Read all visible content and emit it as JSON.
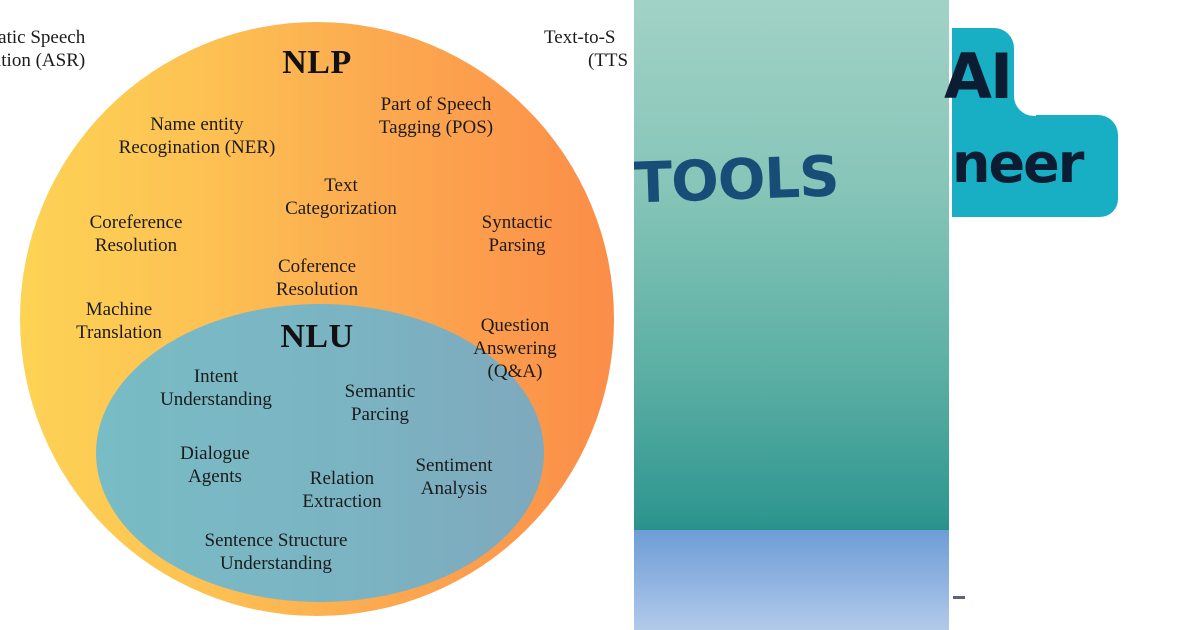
{
  "diagram": {
    "left_panel": {
      "asr_label": [
        "atic Speech",
        "ition (ASR)"
      ],
      "tts_label": [
        "Text-to-S",
        "(TTS"
      ],
      "outer": {
        "title": "NLP",
        "items": [
          {
            "id": "ner",
            "lines": [
              "Name entity",
              "Recogination (NER)"
            ]
          },
          {
            "id": "pos",
            "lines": [
              "Part of Speech",
              "Tagging (POS)"
            ]
          },
          {
            "id": "text-cat",
            "lines": [
              "Text",
              "Categorization"
            ]
          },
          {
            "id": "coref-1",
            "lines": [
              "Coreference",
              "Resolution"
            ]
          },
          {
            "id": "syntactic",
            "lines": [
              "Syntactic",
              "Parsing"
            ]
          },
          {
            "id": "coref-2",
            "lines": [
              "Coference",
              "Resolution"
            ]
          },
          {
            "id": "machine-translation",
            "lines": [
              "Machine",
              "Translation"
            ]
          },
          {
            "id": "qa",
            "lines": [
              "Question",
              "Answering",
              "(Q&A)"
            ]
          }
        ]
      },
      "inner": {
        "title": "NLU",
        "items": [
          {
            "id": "intent",
            "lines": [
              "Intent",
              "Understanding"
            ]
          },
          {
            "id": "semantic",
            "lines": [
              "Semantic",
              "Parcing"
            ]
          },
          {
            "id": "dialogue",
            "lines": [
              "Dialogue",
              "Agents"
            ]
          },
          {
            "id": "relation",
            "lines": [
              "Relation",
              "Extraction"
            ]
          },
          {
            "id": "sentiment",
            "lines": [
              "Sentiment",
              "Analysis"
            ]
          },
          {
            "id": "sentence-structure",
            "lines": [
              "Sentence Structure",
              "Understanding"
            ]
          }
        ]
      },
      "colors": {
        "outer_gradient_start": "#fdd355",
        "outer_gradient_end": "#fb8d48",
        "inner_fill": "#7bb3c2"
      }
    },
    "middle_panel": {
      "heading": "TOOLS",
      "colors": {
        "background_top": "#a2d2c6",
        "background_bottom": "#2a908c",
        "floor": "#8fb2e0",
        "text": "#184d78"
      }
    },
    "right_panel": {
      "line1": "AI",
      "line2": "neer",
      "colors": {
        "badge": "#18afc5",
        "text": "#0b1c33"
      }
    }
  }
}
